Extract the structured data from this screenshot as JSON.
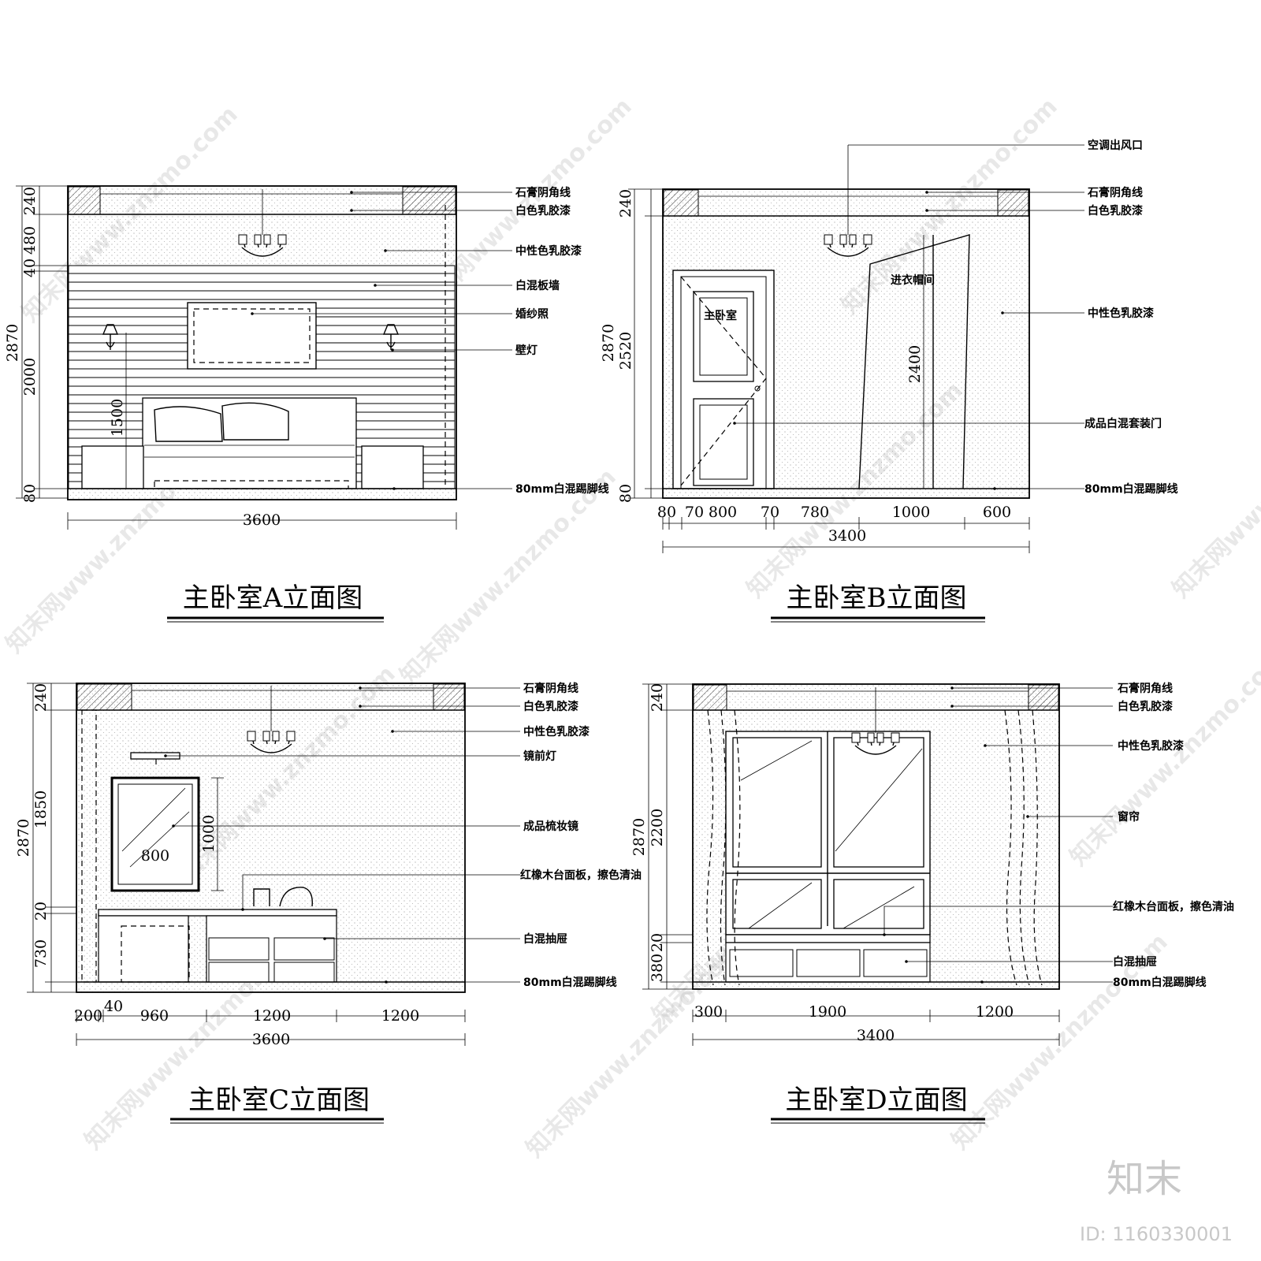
{
  "elevations": {
    "a": {
      "title": "主卧室A立面图",
      "labels": [
        "石膏阴角线",
        "白色乳胶漆",
        "中性色乳胶漆",
        "白混板墙",
        "婚纱照",
        "壁灯",
        "80mm白混踢脚线"
      ],
      "dims_v": [
        "240",
        "480",
        "40",
        "2870",
        "2000",
        "1500",
        "80"
      ],
      "dims_h": [
        "3600"
      ]
    },
    "b": {
      "title": "主卧室B立面图",
      "labels": [
        "空调出风口",
        "石膏阴角线",
        "白色乳胶漆",
        "中性色乳胶漆",
        "成品白混套装门",
        "80mm白混踢脚线"
      ],
      "inner": [
        "进衣帽间",
        "主卧室"
      ],
      "dims_v": [
        "240",
        "2870",
        "2520",
        "2400",
        "80"
      ],
      "dims_h": [
        "80",
        "70",
        "800",
        "70",
        "780",
        "1000",
        "600",
        "3400"
      ]
    },
    "c": {
      "title": "主卧室C立面图",
      "labels": [
        "石膏阴角线",
        "白色乳胶漆",
        "中性色乳胶漆",
        "镜前灯",
        "成品梳妆镜",
        "红橡木台面板，擦色清油",
        "白混抽屉",
        "80mm白混踢脚线"
      ],
      "dims_v": [
        "240",
        "1850",
        "2870",
        "20",
        "730",
        "1000"
      ],
      "dims_h": [
        "200",
        "40",
        "960",
        "1200",
        "1200",
        "3600"
      ],
      "inner": [
        "800"
      ]
    },
    "d": {
      "title": "主卧室D立面图",
      "labels": [
        "石膏阴角线",
        "白色乳胶漆",
        "中性色乳胶漆",
        "窗帘",
        "红橡木台面板，擦色清油",
        "白混抽屉",
        "80mm白混踢脚线"
      ],
      "dims_v": [
        "240",
        "2200",
        "2870",
        "380",
        "20"
      ],
      "dims_h": [
        "300",
        "1900",
        "1200",
        "3400"
      ]
    }
  },
  "watermark": "知末网www.znzmo.com",
  "brand": "知末",
  "id_text": "ID: 1160330001"
}
